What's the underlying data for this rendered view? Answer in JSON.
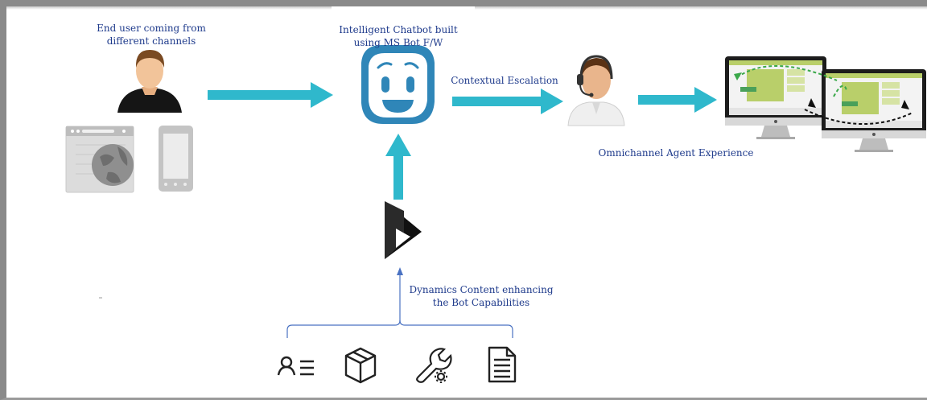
{
  "labels": {
    "end_user_line1": "End user coming from",
    "end_user_line2": "different channels",
    "chatbot_line1": "Intelligent Chatbot built",
    "chatbot_line2": "using MS Bot F/W",
    "escalation": "Contextual Escalation",
    "agent_experience": "Omnichannel Agent Experience",
    "dynamics_line1": "Dynamics Content enhancing",
    "dynamics_line2": "the Bot Capabilities"
  },
  "colors": {
    "arrow": "#2fb8cc",
    "bot": "#2f86b8",
    "label_text": "#1f3b8c",
    "thin_arrow": "#4a72c2",
    "screen_green": "#b9cf6a"
  },
  "icons": [
    "user-icon",
    "browser-globe-icon",
    "mobile-phone-icon",
    "chatbot-face-icon",
    "agent-headset-icon",
    "desktop-monitor-icon",
    "dynamics-logo-icon",
    "contact-list-icon",
    "product-box-icon",
    "service-wrench-icon",
    "document-icon"
  ]
}
